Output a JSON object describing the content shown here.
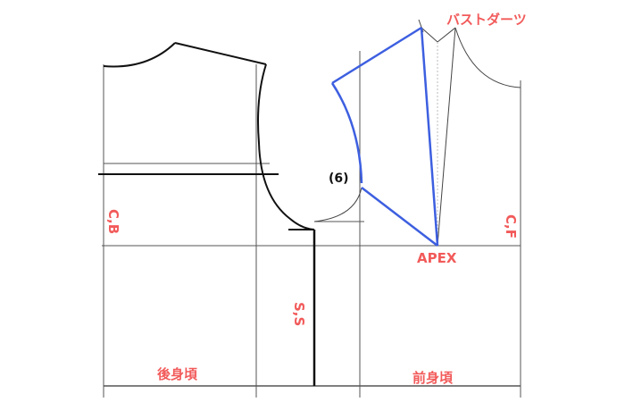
{
  "title": "バストダーツ",
  "labels": {
    "center_back": "C,B",
    "center_front": "C,F",
    "side_seam": "S,S",
    "apex": "APEX",
    "step": "(6)",
    "back_bodice": "後身頃",
    "front_bodice": "前身頃"
  },
  "colors": {
    "label": "#f25a5a",
    "highlight": "#3d5fe0",
    "line": "#111111"
  }
}
